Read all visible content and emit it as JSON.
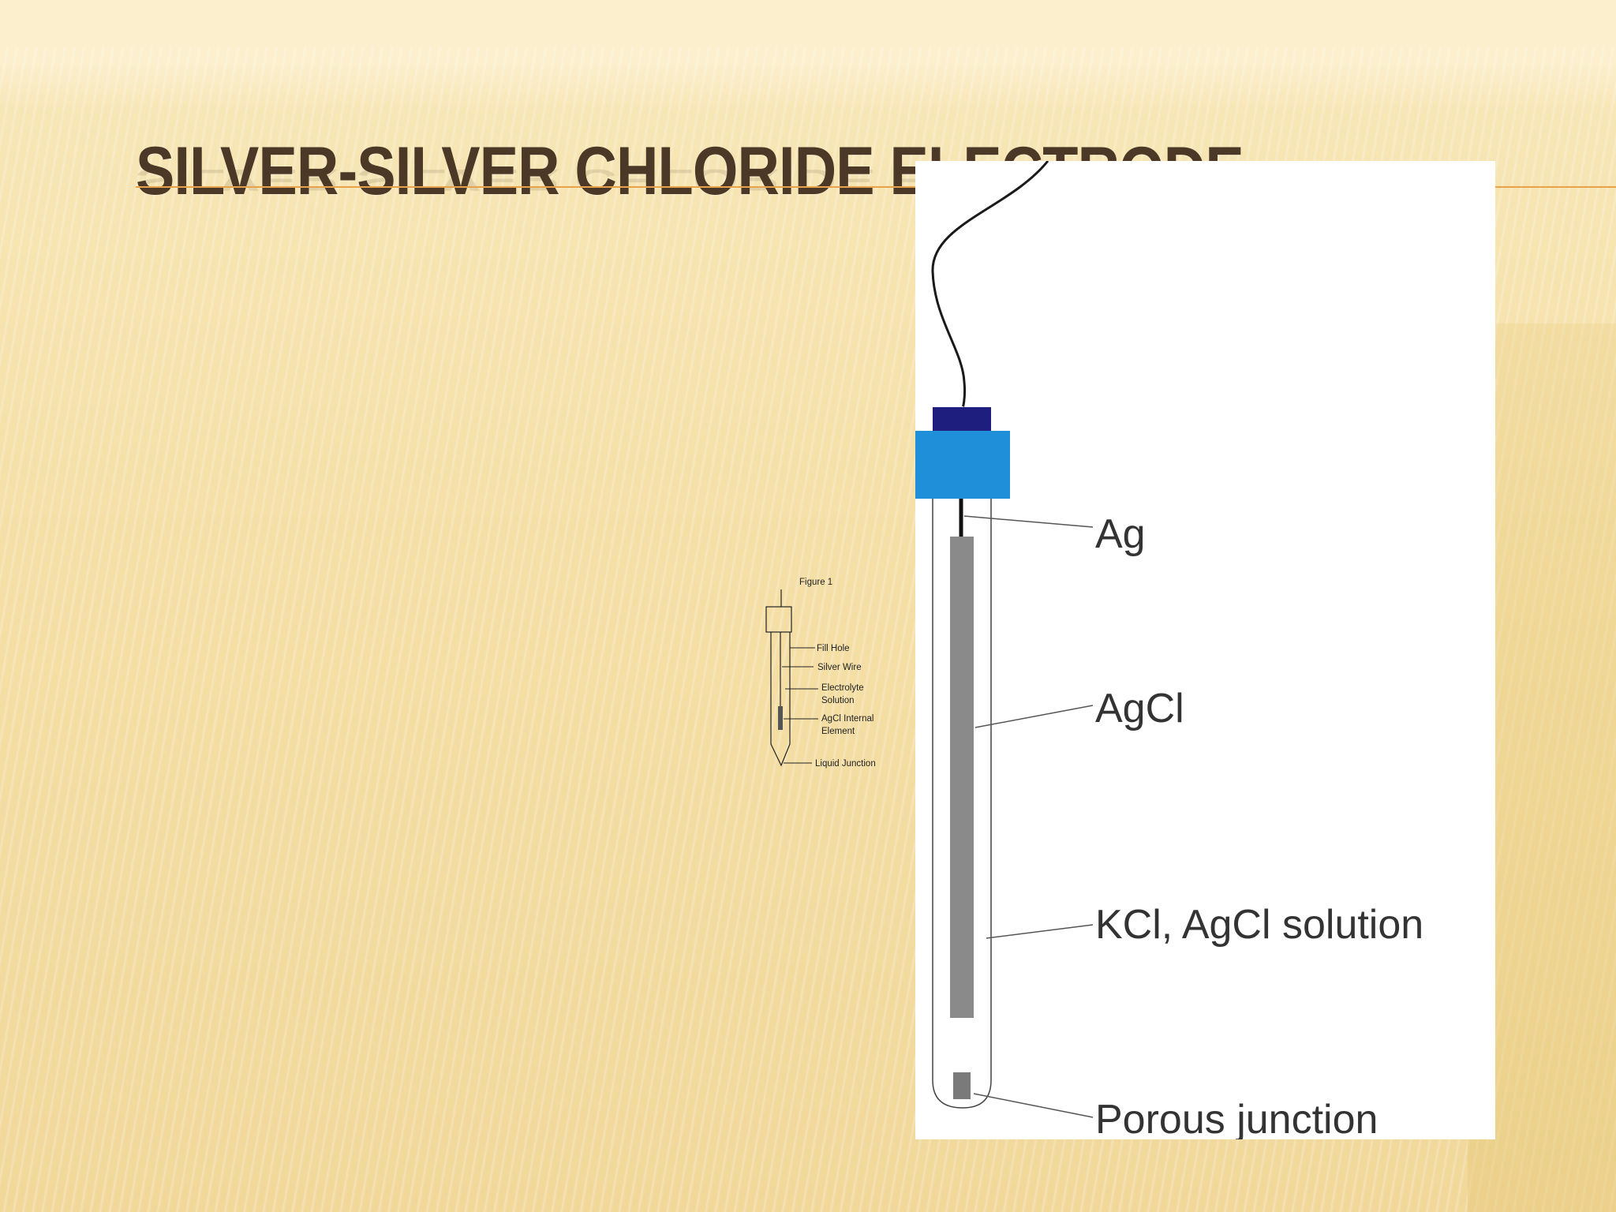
{
  "slide": {
    "title": "SILVER-SILVER CHLORIDE ELECTRODE"
  },
  "small_figure": {
    "caption": "Figure 1",
    "labels": {
      "fill_hole": "Fill Hole",
      "silver_wire": "Silver Wire",
      "electrolyte_line1": "Electrolyte",
      "electrolyte_line2": "Solution",
      "agcl_line1": "AgCl Internal",
      "agcl_line2": "Element",
      "liquid_junction": "Liquid Junction"
    }
  },
  "main_figure": {
    "labels": {
      "ag": "Ag",
      "agcl": "AgCl",
      "solution": "KCl, AgCl solution",
      "porous": "Porous junction"
    },
    "colors": {
      "cap_dark": "#1e1e7e",
      "cap_light": "#1e8fd8",
      "rod": "#8a8a8a"
    }
  }
}
